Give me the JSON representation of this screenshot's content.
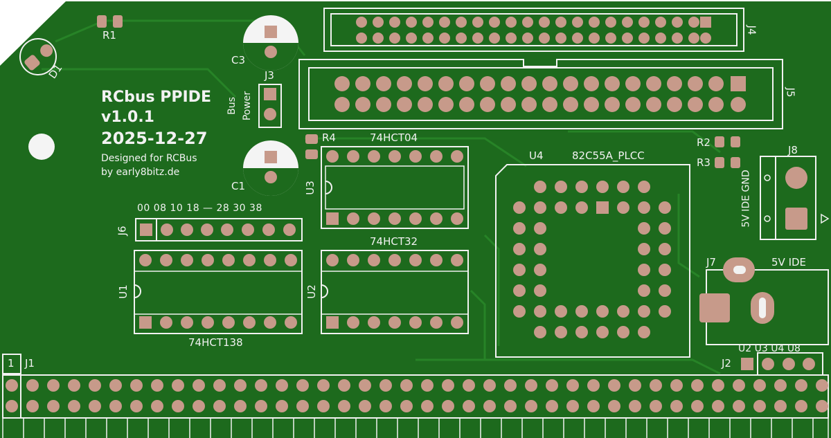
{
  "colors": {
    "board": "#1d6a1d",
    "copper_fill": "#1f7a1f",
    "trace": "#2b8f2b",
    "silk": "#f2f2f2",
    "pad": "#c79a8a",
    "hole": "#4a5d4a"
  },
  "title": {
    "line1": "RCbus PPIDE",
    "line2": "v1.0.1",
    "line3": "2025-12-27",
    "credit1": "Designed for RCBus",
    "credit2": "by early8bitz.de"
  },
  "refs": {
    "r1": "R1",
    "d1": "D1",
    "c3": "C3",
    "c1": "C1",
    "j3": "J3",
    "bus_power": [
      "Bus",
      "Power"
    ],
    "r4": "R4",
    "r2": "R2",
    "r3": "R3",
    "u3": "U3",
    "u3_part": "74HCT04",
    "u4": "U4",
    "u4_part": "82C55A_PLCC",
    "j4": "J4",
    "j5": "J5",
    "j8": "J8",
    "j8_label": "5V IDE GND",
    "j6": "J6",
    "j6_labels": "00 08 10 18 — 28 30 38",
    "u1": "U1",
    "u1_part": "74HCT138",
    "u2": "U2",
    "u2_part": "74HCT32",
    "j7": "J7",
    "j7_label": "5V IDE",
    "j2": "J2",
    "j2_labels": "U2 U3 U4 U8",
    "j1": "J1",
    "j1_pin": "1"
  }
}
